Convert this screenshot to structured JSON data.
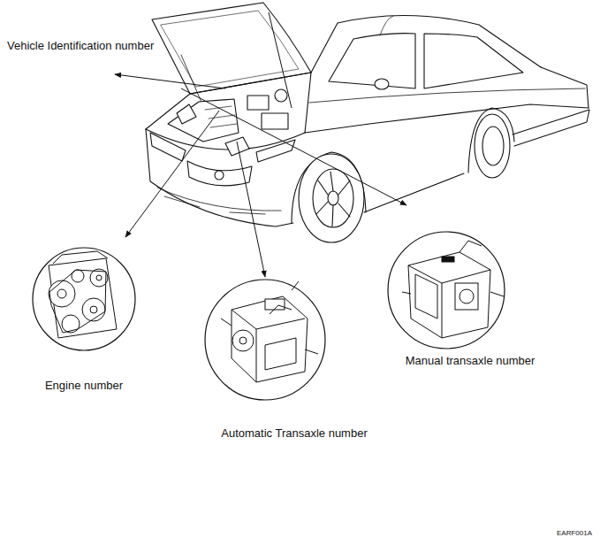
{
  "diagram": {
    "nodes": [
      {
        "text": [
          "Engine number"
        ]
      },
      {
        "text": [
          "Automatic Transaxle number"
        ]
      },
      {
        "text": [
          "Manual transaxle number"
        ]
      }
    ],
    "labels": [
      "Vehicle Identification number",
      "EARF001A"
    ]
  }
}
